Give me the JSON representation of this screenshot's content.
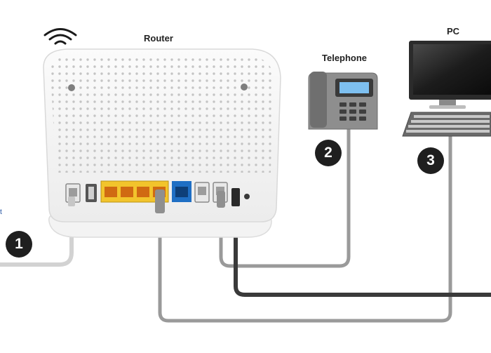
{
  "labels": {
    "router": "Router",
    "telephone": "Telephone",
    "pc": "PC"
  },
  "steps": [
    "1",
    "2",
    "3"
  ],
  "edge_text": "t",
  "colors": {
    "cable_light": "#d2d2d2",
    "cable_mid": "#9a9a9a",
    "cable_dark": "#3a3a3a",
    "badge": "#1f1f1f",
    "port_yellow": "#f2c42c",
    "port_blue": "#1f6fc4",
    "phone_body": "#8e8e8e",
    "phone_screen": "#7ec0f0"
  }
}
